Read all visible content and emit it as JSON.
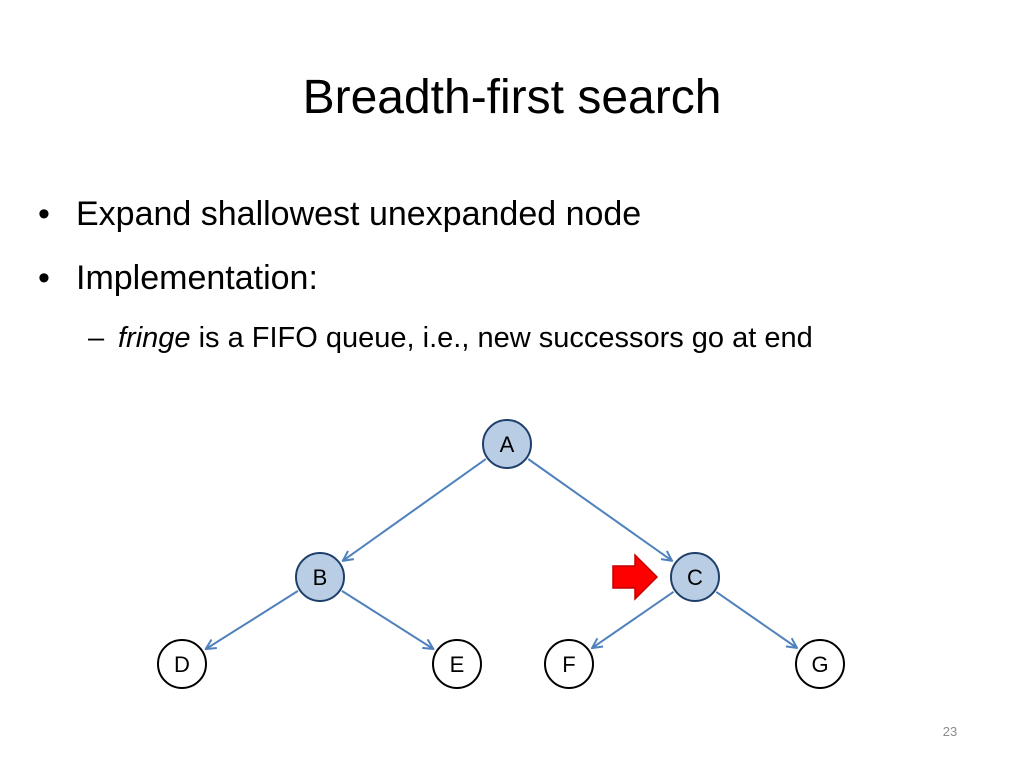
{
  "slide": {
    "title": "Breadth-first search",
    "bullets": [
      {
        "marker": "•",
        "text": "Expand shallowest unexpanded node"
      },
      {
        "marker": "•",
        "text": "Implementation:"
      }
    ],
    "sub_bullet": {
      "marker": "–",
      "emphasis": "fringe",
      "text": " is a FIFO queue, i.e., new successors go at end"
    },
    "page_number": "23"
  },
  "tree": {
    "nodes": [
      {
        "id": "A",
        "label": "A",
        "state": "expanded"
      },
      {
        "id": "B",
        "label": "B",
        "state": "expanded"
      },
      {
        "id": "C",
        "label": "C",
        "state": "expanded"
      },
      {
        "id": "D",
        "label": "D",
        "state": "fringe"
      },
      {
        "id": "E",
        "label": "E",
        "state": "fringe"
      },
      {
        "id": "F",
        "label": "F",
        "state": "fringe"
      },
      {
        "id": "G",
        "label": "G",
        "state": "fringe"
      }
    ],
    "edges": [
      {
        "from": "A",
        "to": "B"
      },
      {
        "from": "A",
        "to": "C"
      },
      {
        "from": "B",
        "to": "D"
      },
      {
        "from": "B",
        "to": "E"
      },
      {
        "from": "C",
        "to": "F"
      },
      {
        "from": "C",
        "to": "G"
      }
    ],
    "pointer": {
      "target": "C",
      "icon": "red-arrow-icon"
    },
    "colors": {
      "expanded_fill": "#b9cde5",
      "fringe_fill": "#ffffff",
      "node_stroke": "#1f3f6b",
      "fringe_stroke": "#000000",
      "edge": "#4f81bd",
      "pointer_fill": "#ff0000",
      "pointer_stroke": "#c00000"
    }
  }
}
